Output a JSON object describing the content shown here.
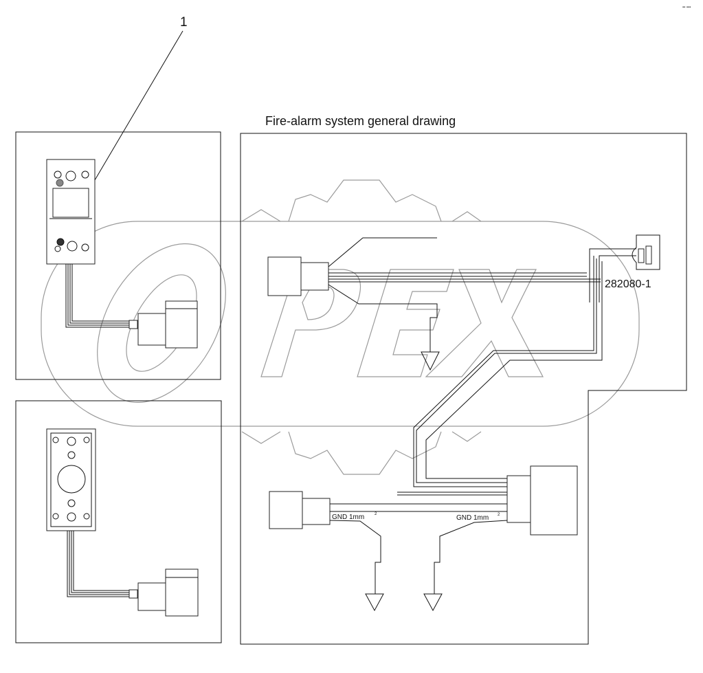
{
  "title": "Fire-alarm system general drawing",
  "callout_number": "1",
  "connector_part_number": "282080-1",
  "ground_labels": [
    {
      "text": "GND 1mm",
      "superscript": "2"
    },
    {
      "text": "GND 1mm",
      "superscript": "2"
    }
  ],
  "watermark": {
    "text": "OPEX"
  },
  "corner_mark": "▪▪ ▪▪▪"
}
